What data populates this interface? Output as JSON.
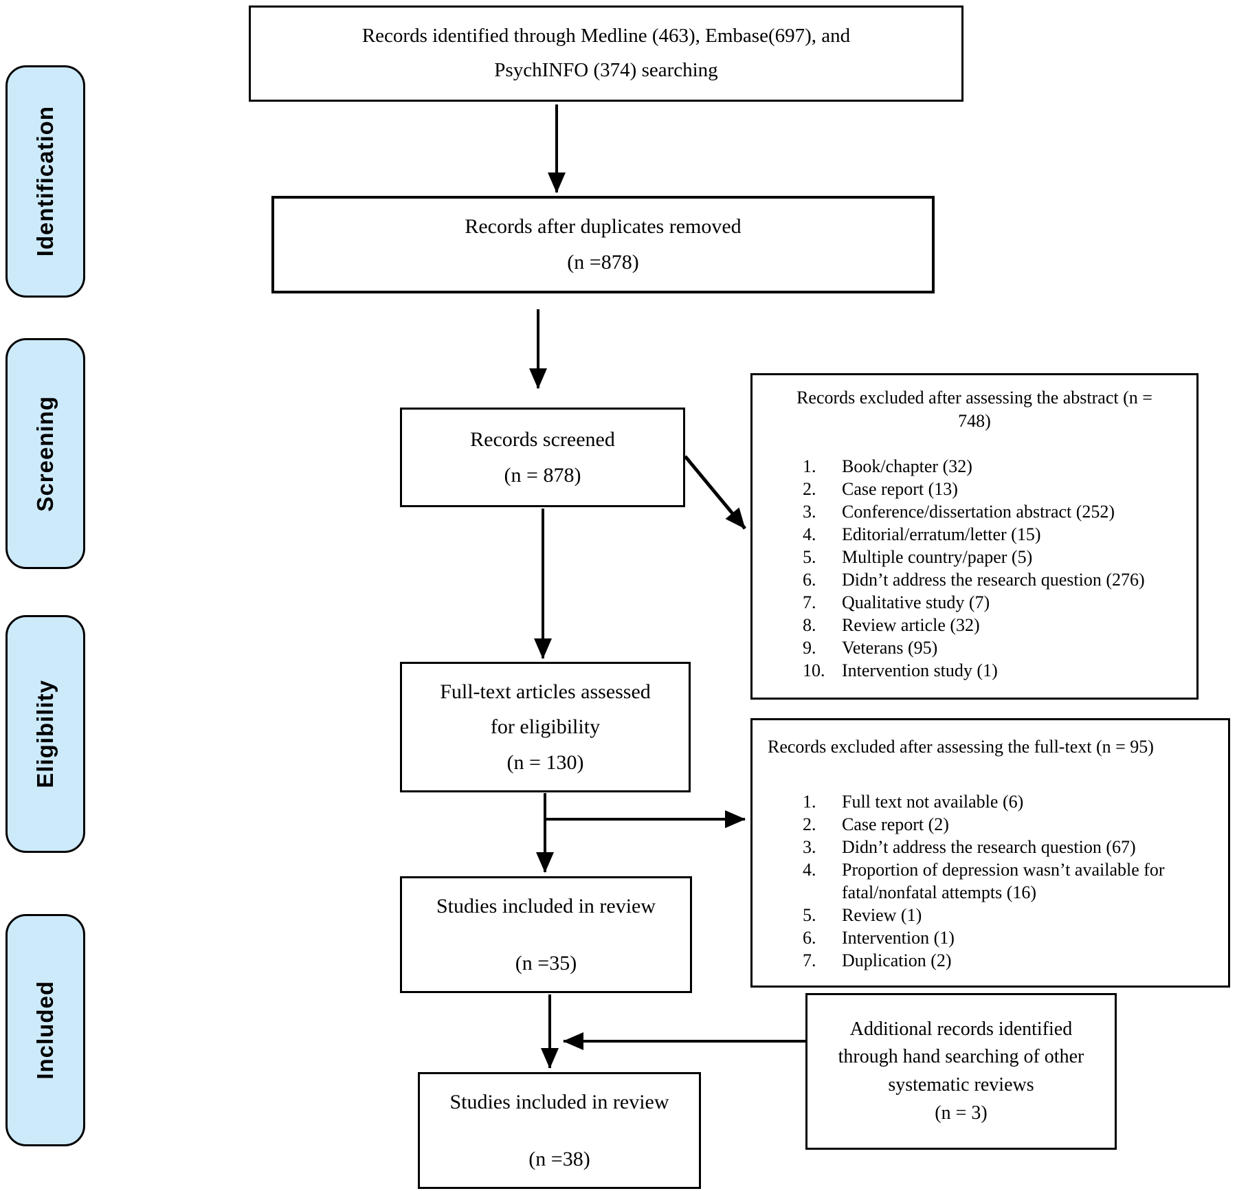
{
  "colors": {
    "stage_fill": "#cdeafb",
    "line": "#000000",
    "background": "#ffffff"
  },
  "sidebar": {
    "stages": [
      {
        "label": "Identification"
      },
      {
        "label": "Screening"
      },
      {
        "label": "Eligibility"
      },
      {
        "label": "Included"
      }
    ]
  },
  "boxes": {
    "identified": {
      "lines": [
        "Records identified through Medline (463), Embase(697), and",
        "PsychINFO (374) searching"
      ]
    },
    "duplicates_removed": {
      "lines": [
        "Records after duplicates removed",
        "(n =878)"
      ]
    },
    "screened": {
      "lines": [
        "Records screened",
        "(n = 878)"
      ]
    },
    "fulltext_assessed": {
      "lines": [
        "Full-text articles assessed",
        "for eligibility",
        "(n = 130)"
      ]
    },
    "included_review": {
      "lines": [
        "Studies included in review",
        "(n =35)"
      ]
    },
    "included_final": {
      "lines": [
        "Studies included in review",
        "(n =38)"
      ]
    },
    "excluded_abstract": {
      "title": "Records excluded after assessing the abstract (n = 748)",
      "items": [
        "Book/chapter (32)",
        "Case report (13)",
        "Conference/dissertation abstract (252)",
        "Editorial/erratum/letter (15)",
        "Multiple country/paper (5)",
        "Didn’t address the research question (276)",
        "Qualitative study (7)",
        "Review article (32)",
        "Veterans (95)",
        "Intervention study (1)"
      ]
    },
    "excluded_fulltext": {
      "title": "Records excluded after assessing the full-text (n = 95)",
      "items": [
        "Full text not available (6)",
        "Case report (2)",
        "Didn’t address the research question (67)",
        "Proportion of depression wasn’t available for fatal/nonfatal attempts (16)",
        "Review (1)",
        "Intervention (1)",
        "Duplication (2)"
      ]
    },
    "additional_records": {
      "lines": [
        "Additional records identified",
        "through hand searching of other",
        "systematic reviews",
        "(n = 3)"
      ]
    }
  }
}
